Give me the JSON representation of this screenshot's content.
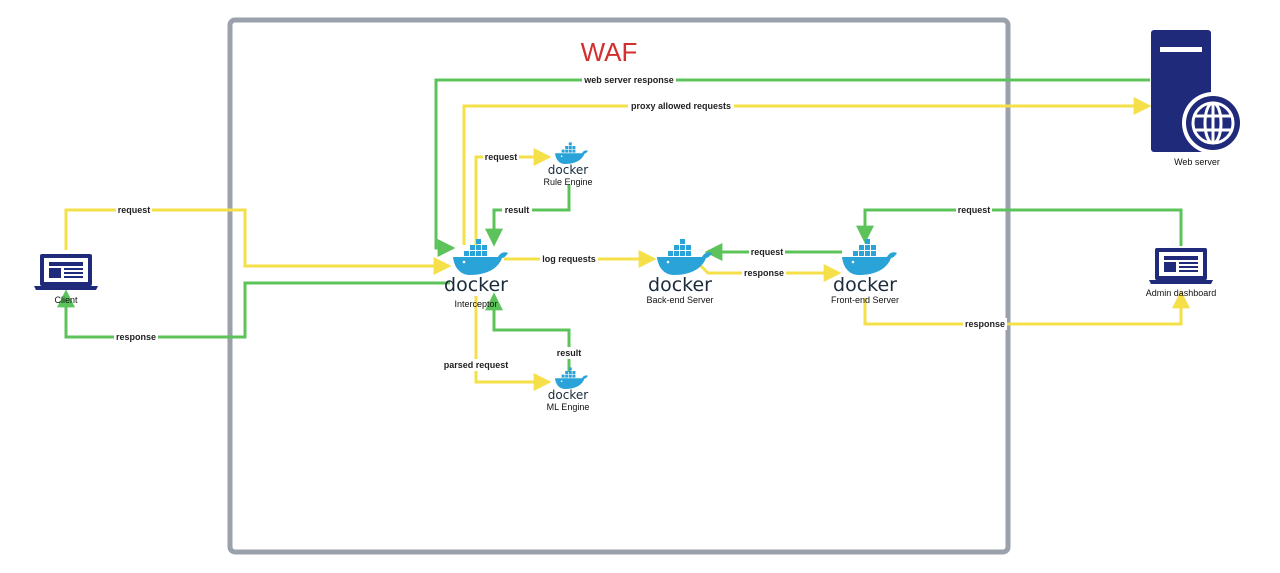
{
  "colors": {
    "request_line": "#f5e04a",
    "response_line": "#5cc35a",
    "waf_border": "#9aa1aa",
    "title": "#d32f2f",
    "docker_blue": "#2aa3d8",
    "device_navy": "#1f2a7a"
  },
  "waf": {
    "title": "WAF"
  },
  "nodes": {
    "client": {
      "caption": "Client",
      "icon": "laptop-icon"
    },
    "admin": {
      "caption": "Admin dashboard",
      "icon": "laptop-icon"
    },
    "webserver": {
      "caption": "Web server",
      "icon": "server-globe-icon"
    },
    "interceptor": {
      "caption": "Interceptor",
      "logo_text": "docker"
    },
    "rule_engine": {
      "caption": "Rule Engine",
      "logo_text": "docker"
    },
    "ml_engine": {
      "caption": "ML Engine",
      "logo_text": "docker"
    },
    "backend": {
      "caption": "Back-end Server",
      "logo_text": "docker"
    },
    "frontend": {
      "caption": "Front-end Server",
      "logo_text": "docker"
    }
  },
  "edges": {
    "web_server_response": "web server response",
    "proxy_allowed_requests": "proxy allowed requests",
    "rule_request": "request",
    "rule_result": "result",
    "client_request": "request",
    "client_response": "response",
    "log_requests": "log requests",
    "backend_request": "request",
    "backend_response": "response",
    "admin_request": "request",
    "admin_response": "response",
    "ml_result": "result",
    "ml_parsed_request": "parsed request"
  }
}
